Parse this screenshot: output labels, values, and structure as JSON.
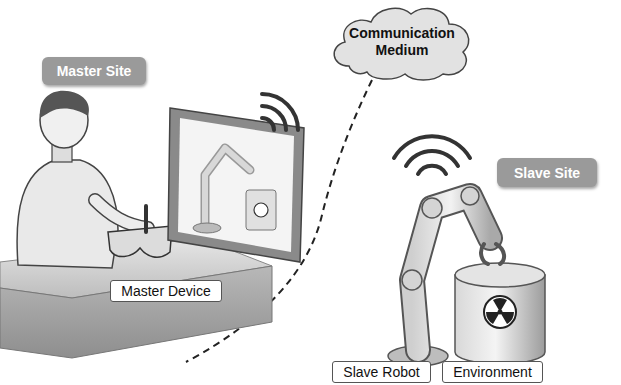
{
  "diagram": {
    "nodes": [
      {
        "text": [
          "Master Site"
        ]
      },
      {
        "text": [
          "Communication Medium"
        ]
      },
      {
        "text": [
          "Slave Site"
        ]
      },
      {
        "text": [
          "Master Device"
        ]
      },
      {
        "text": [
          "Slave Robot"
        ]
      },
      {
        "text": [
          "Environment"
        ]
      }
    ]
  }
}
